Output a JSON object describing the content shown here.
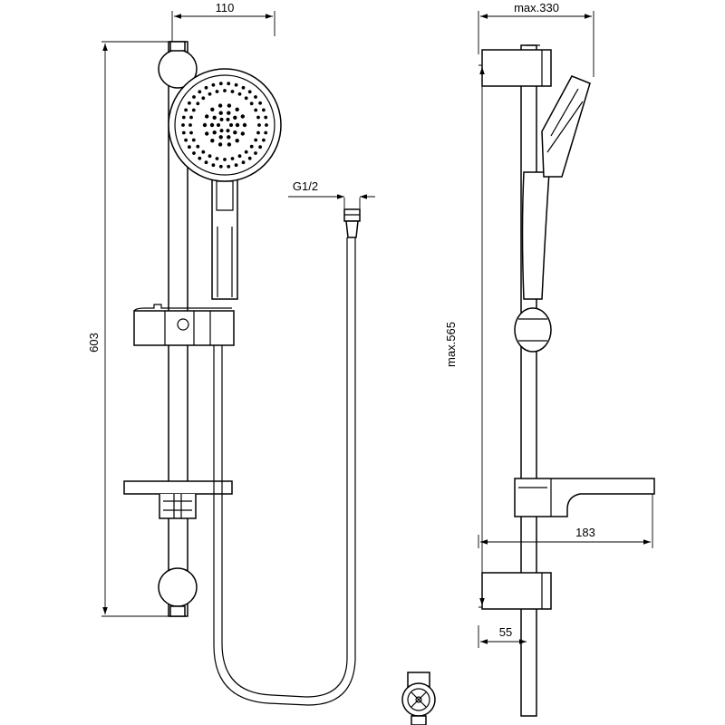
{
  "dimensions": {
    "front_width": "110",
    "overall_height": "603",
    "thread": "G1/2",
    "side_projection": "max.330",
    "side_height": "max.565",
    "shelf_depth": "183",
    "wall_offset": "55"
  },
  "icons": [
    "shower-rail-front-view",
    "hand-shower-head",
    "shower-hose",
    "hose-nut",
    "shower-rail-side-view",
    "wall-outlet-elbow"
  ]
}
